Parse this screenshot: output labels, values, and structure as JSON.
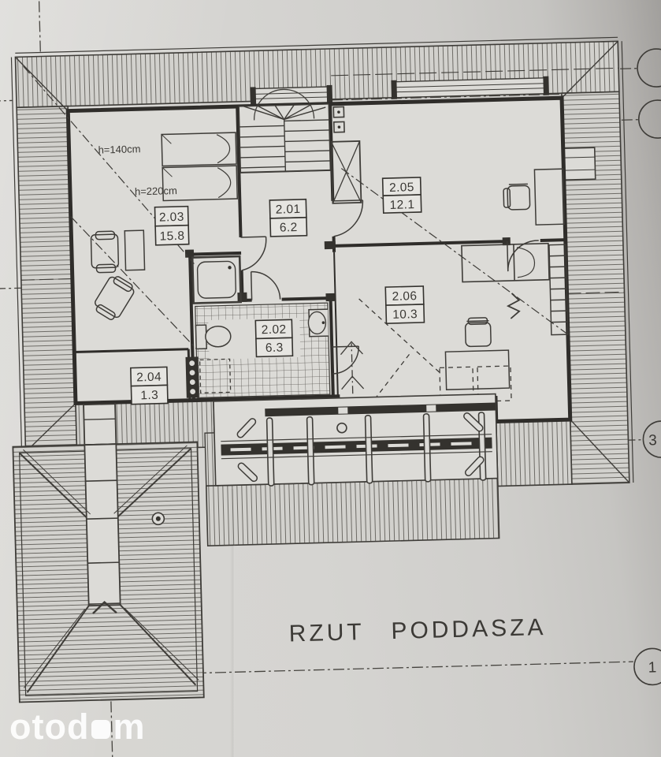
{
  "drawing": {
    "title": "RZUT PODDASZA",
    "height_labels": {
      "h140": "h=140cm",
      "h220": "h=220cm"
    },
    "rooms": [
      {
        "id": "2.01",
        "area": "6.2"
      },
      {
        "id": "2.02",
        "area": "6.3"
      },
      {
        "id": "2.03",
        "area": "15.8"
      },
      {
        "id": "2.04",
        "area": "1.3"
      },
      {
        "id": "2.05",
        "area": "12.1"
      },
      {
        "id": "2.06",
        "area": "10.3"
      }
    ],
    "axis_markers": {
      "right_middle": "3",
      "bottom_right": "1"
    }
  },
  "watermark": {
    "prefix": "otod",
    "suffix": "m"
  },
  "colors": {
    "ink": "#3a3834",
    "paper": "#cfcecb",
    "floor": "#dcdbd7",
    "watermark": "#ffffff"
  }
}
